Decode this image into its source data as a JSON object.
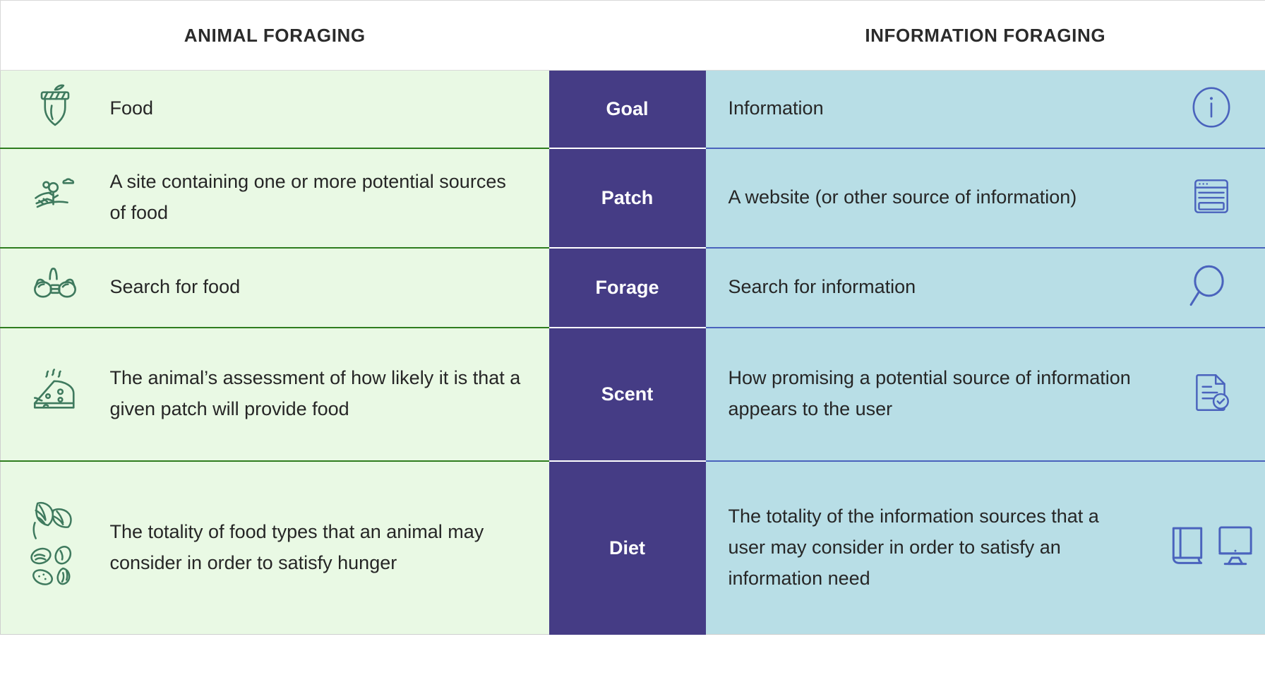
{
  "header": {
    "left_title": "ANIMAL FORAGING",
    "right_title": "INFORMATION FORAGING"
  },
  "colors": {
    "animal_bg": "#e9f9e4",
    "animal_icon": "#3f7a5e",
    "animal_divider": "#2f7d1f",
    "middle_bg": "#453c85",
    "middle_text": "#ffffff",
    "info_bg": "#b8dee6",
    "info_icon": "#4a63bd",
    "info_divider": "#4a63bd",
    "body_text": "#262626",
    "page_bg": "#ffffff"
  },
  "rows": [
    {
      "key": "goal",
      "middle_label": "Goal",
      "animal_icon": "acorn-icon",
      "animal_text": "Food",
      "info_text": "Information",
      "info_icon": "info-circle-icon"
    },
    {
      "key": "patch",
      "middle_label": "Patch",
      "animal_icon": "field-landscape-icon",
      "animal_text": "A site containing one or more potential sources of food",
      "info_text": "A website (or other source of information)",
      "info_icon": "browser-window-icon"
    },
    {
      "key": "forage",
      "middle_label": "Forage",
      "animal_icon": "binoculars-icon",
      "animal_text": "Search for food",
      "info_text": "Search for information",
      "info_icon": "magnifying-glass-icon"
    },
    {
      "key": "scent",
      "middle_label": "Scent",
      "animal_icon": "cheese-wedge-icon",
      "animal_text": "The animal’s assessment of how likely it is that a given patch will provide food",
      "info_text": "How promising a potential source of information appears to the user",
      "info_icon": "document-check-icon"
    },
    {
      "key": "diet",
      "middle_label": "Diet",
      "animal_icon": "hops-and-nuts-icon",
      "animal_text": "The totality of food types that an animal may consider in order to satisfy hunger",
      "info_text": "The totality of the information sources that a user may consider in order to satisfy an information need",
      "info_icon": "book-and-monitor-icon"
    }
  ]
}
